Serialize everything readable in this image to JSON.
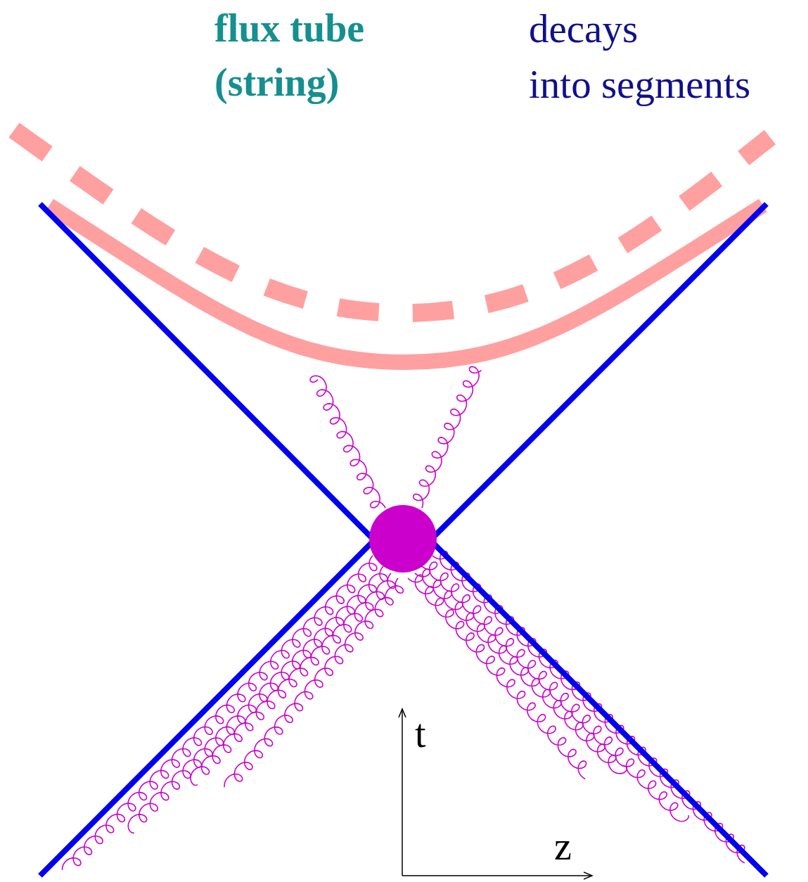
{
  "diagram": {
    "labels": [
      "flux tube (string)",
      "decays into segments",
      "t",
      "z"
    ]
  }
}
